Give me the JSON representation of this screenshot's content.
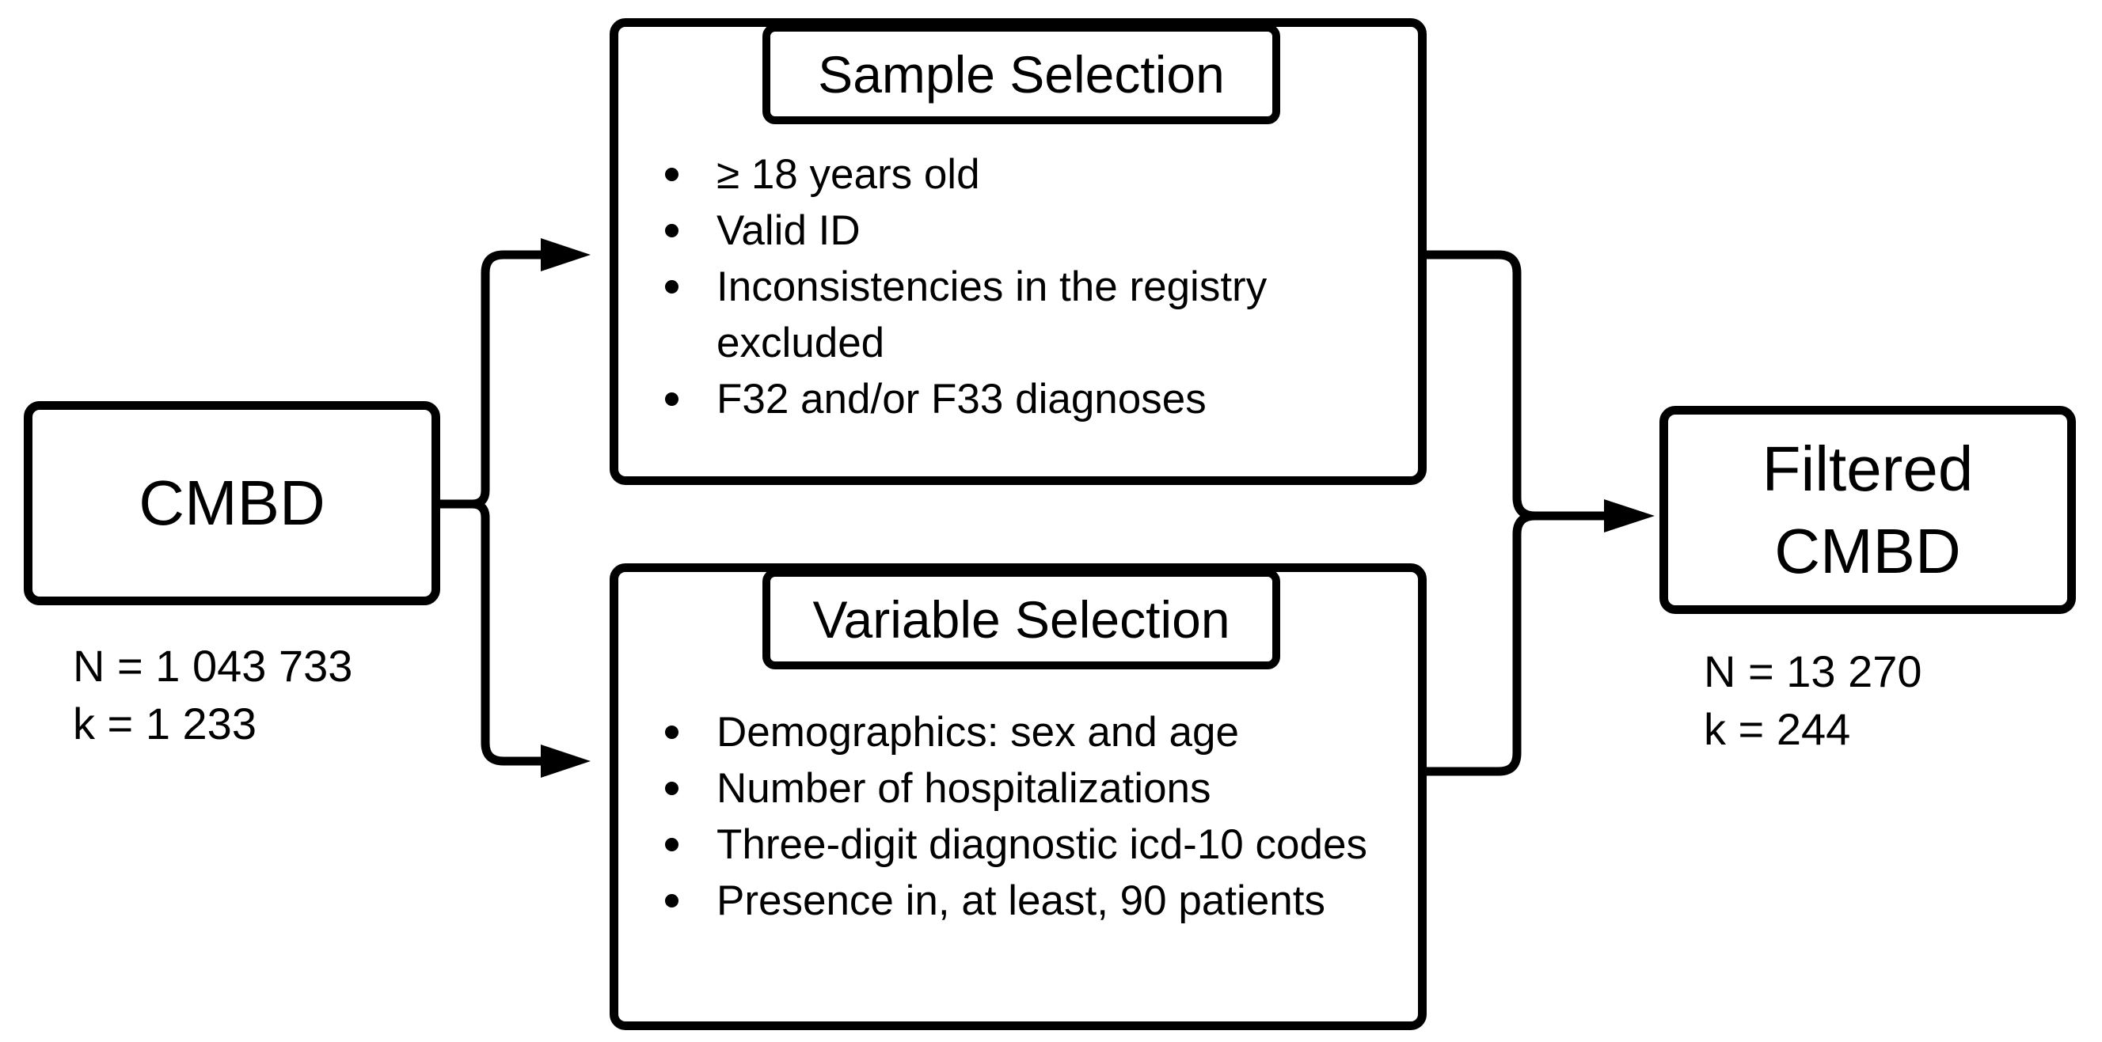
{
  "diagram": {
    "source_box": {
      "label": "CMBD",
      "stats": {
        "n": "N = 1 043 733",
        "k": "k = 1 233"
      }
    },
    "sample_box": {
      "title": "Sample Selection",
      "items": [
        "≥ 18 years old",
        "Valid ID",
        "Inconsistencies in the registry excluded",
        "F32 and/or F33 diagnoses"
      ]
    },
    "variable_box": {
      "title": "Variable Selection",
      "items": [
        "Demographics: sex and age",
        "Number of hospitalizations",
        "Three-digit diagnostic icd-10 codes",
        "Presence in, at least, 90 patients"
      ]
    },
    "result_box": {
      "label": "Filtered CMBD",
      "stats": {
        "n": "N = 13 270",
        "k": "k = 244"
      }
    },
    "icons": {
      "bullet": "dot",
      "arrowhead": "triangle-right"
    },
    "colors": {
      "line": "#000000",
      "text": "#000000",
      "background": "#ffffff"
    }
  }
}
